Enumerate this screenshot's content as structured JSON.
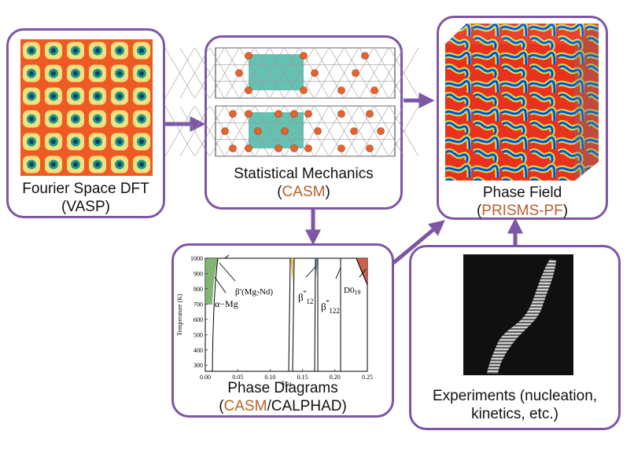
{
  "colors": {
    "border": "#7d56a6",
    "arrow": "#7d56a6",
    "highlight": "#b8602a"
  },
  "nodes": {
    "dft": {
      "label": "Fourier Space DFT",
      "code": "VASP"
    },
    "statmech": {
      "label": "Statistical Mechanics",
      "code": "CASM"
    },
    "phasefield": {
      "label": "Phase Field",
      "code": "PRISMS-PF"
    },
    "phasediagrams": {
      "label": "Phase Diagrams",
      "code1": "CASM",
      "code2": "CALPHAD"
    },
    "experiments": {
      "line1": "Experiments (nucleation,",
      "line2": "kinetics, etc.)"
    }
  },
  "phase_diagram": {
    "ylabel": "Temperature (K)",
    "xlabel": "x_Nd",
    "yticks": [
      "1000",
      "900",
      "800",
      "700",
      "600",
      "500",
      "400",
      "300"
    ],
    "xticks": [
      "0.00",
      "0.05",
      "0.10",
      "0.15",
      "0.20",
      "0.25"
    ],
    "phase_alpha": "α−Mg",
    "phase_beta_prime": "β′(Mg7Nd)",
    "phase_beta12": "β‴12",
    "phase_beta122": "β‴122",
    "phase_d019": "D019"
  }
}
